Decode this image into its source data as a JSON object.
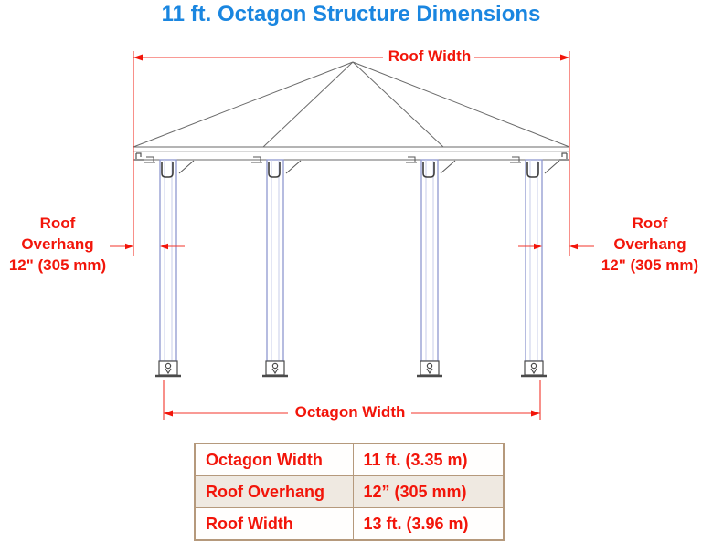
{
  "title": "11 ft. Octagon Structure Dimensions",
  "colors": {
    "title_blue": "#1a86e0",
    "dimension_red": "#f2150a",
    "cad_line_gray": "#6a6a6a",
    "post_blue": "#8f97cf",
    "table_border_tan": "#b5997c",
    "table_alt_row_bg": "#efe9e1"
  },
  "diagram": {
    "roof_width_label": "Roof Width",
    "octagon_width_label": "Octagon Width",
    "overhang_left": {
      "line1": "Roof",
      "line2": "Overhang",
      "line3": "12\" (305 mm)"
    },
    "overhang_right": {
      "line1": "Roof",
      "line2": "Overhang",
      "line3": "12\" (305 mm)"
    }
  },
  "spec_table": {
    "rows": [
      {
        "label": "Octagon Width",
        "value": "11 ft. (3.35 m)"
      },
      {
        "label": "Roof Overhang",
        "value": "12” (305 mm)"
      },
      {
        "label": "Roof Width",
        "value": "13 ft. (3.96 m)"
      }
    ]
  }
}
